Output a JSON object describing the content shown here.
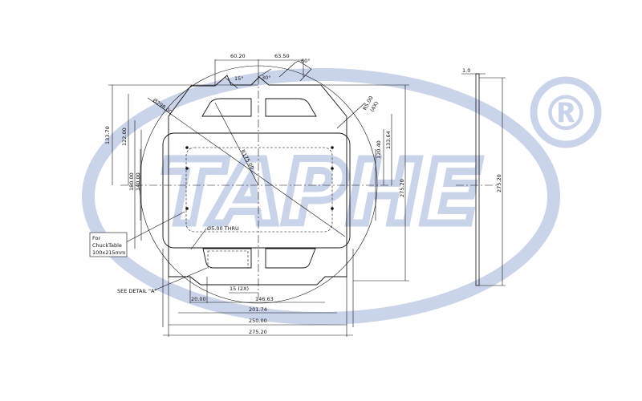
{
  "brand": {
    "watermark_text": "TAPHE",
    "registered_mark": "®",
    "watermark_color": "#c9d3ea"
  },
  "labels": {
    "chuck_table_line1": "For",
    "chuck_table_line2": "ChuckTable",
    "chuck_table_line3": "100x215mm",
    "thru_hole": "Ø5.00 THRU",
    "see_detail": "SEE DETAIL \"A\""
  },
  "dimensions": {
    "top_left": "60.20",
    "top_right": "63.50",
    "angle_60": "60°",
    "angle_30": "30°",
    "angle_15": "15°",
    "dia_outer": "Ø298.00",
    "radius_inner": "R175.00",
    "radius_slot": "R5.00",
    "slot_count": "(4X)",
    "h_133_70": "133.70",
    "h_122_00": "122.00",
    "h_180_00": "180.00",
    "h_140_00": "140.00",
    "h_120_40": "120.40",
    "h_133_64": "133.64",
    "h_275_20_main": "275.20",
    "h_275_20_side": "275.20",
    "thickness": "1.0",
    "slot_15": "15 (2X)",
    "w_20_00": "20.00",
    "w_146_63": "146.63",
    "w_201_74": "201.74",
    "w_250_00": "250.00",
    "w_275_20": "275.20"
  }
}
